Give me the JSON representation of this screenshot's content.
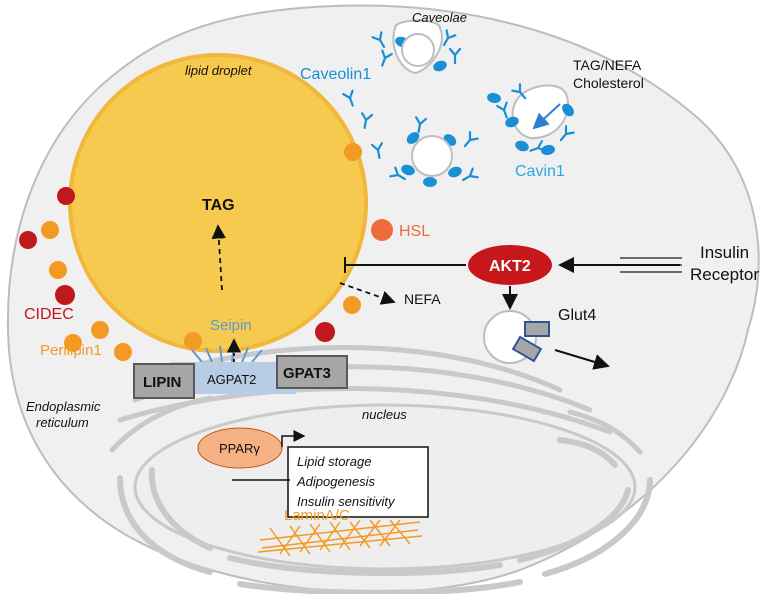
{
  "labels": {
    "caveolae": "Caveolae",
    "caveolin1": "Caveolin1",
    "lipid_droplet": "lipid droplet",
    "tag_nefa_line1": "TAG/NEFA",
    "tag_nefa_line2": "Cholesterol",
    "cavin1": "Cavin1",
    "tag": "TAG",
    "hsl": "HSL",
    "akt2": "AKT2",
    "insulin_line1": "Insulin",
    "insulin_line2": "Receptor",
    "nefa": "NEFA",
    "glut4": "Glut4",
    "cidec": "CIDEC",
    "seipin": "Seipin",
    "perilipin1": "Perilipin1",
    "lipin": "LIPIN",
    "agpat2": "AGPAT2",
    "gpat3": "GPAT3",
    "er_line1": "Endoplasmic",
    "er_line2": "reticulum",
    "nucleus": "nucleus",
    "pparg": "PPARγ",
    "targets": [
      "Lipid storage",
      "Adipogenesis",
      "Insulin sensitivity"
    ],
    "lamin": "LaminA/C"
  },
  "colors": {
    "droplet": "#f6c94f",
    "droplet_edge": "#f0b73a",
    "cidec": "#c0181f",
    "perilipin": "#f39a24",
    "hsl": "#ee6b3c",
    "akt2": "#c8171b",
    "caveolin": "#1a8fd6",
    "cavin": "#2aa6e8",
    "seipin": "#5b9bd5",
    "agpat": "#b8cce4",
    "box_gray": "#a6a6a6",
    "er": "#c9c9c9",
    "pparg": "#f4b183",
    "lamin": "#f39a24"
  }
}
